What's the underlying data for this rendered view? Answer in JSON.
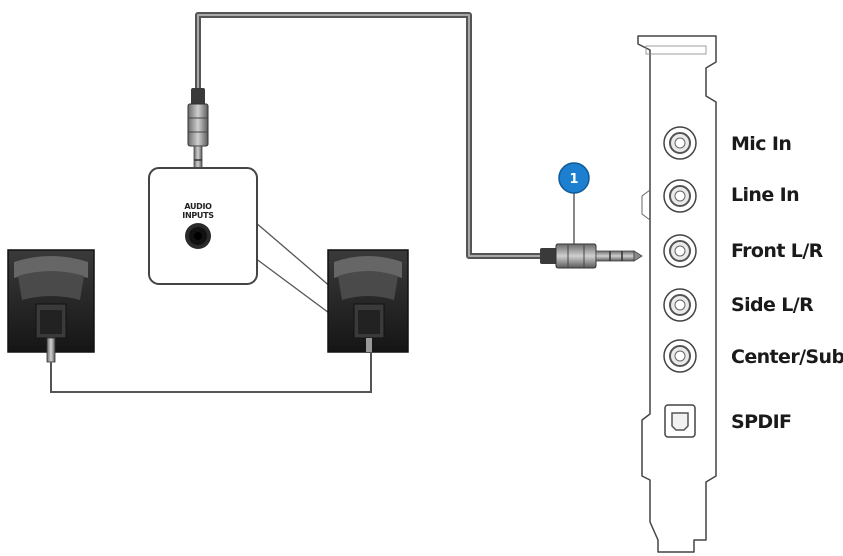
{
  "diagram": {
    "ports": [
      {
        "label": "Mic In",
        "type": "round"
      },
      {
        "label": "Line In",
        "type": "round"
      },
      {
        "label": "Front L/R",
        "type": "round"
      },
      {
        "label": "Side L/R",
        "type": "round"
      },
      {
        "label": "Center/Sub",
        "type": "round"
      },
      {
        "label": "SPDIF",
        "type": "optical"
      }
    ],
    "speaker_input": {
      "line1": "AUDIO",
      "line2": "INPUTS"
    },
    "callout": {
      "number": "1",
      "color": "#1c7fd0"
    },
    "colors": {
      "cable": "#555555",
      "speaker": "#222222",
      "bracket_outline": "#444444"
    }
  }
}
